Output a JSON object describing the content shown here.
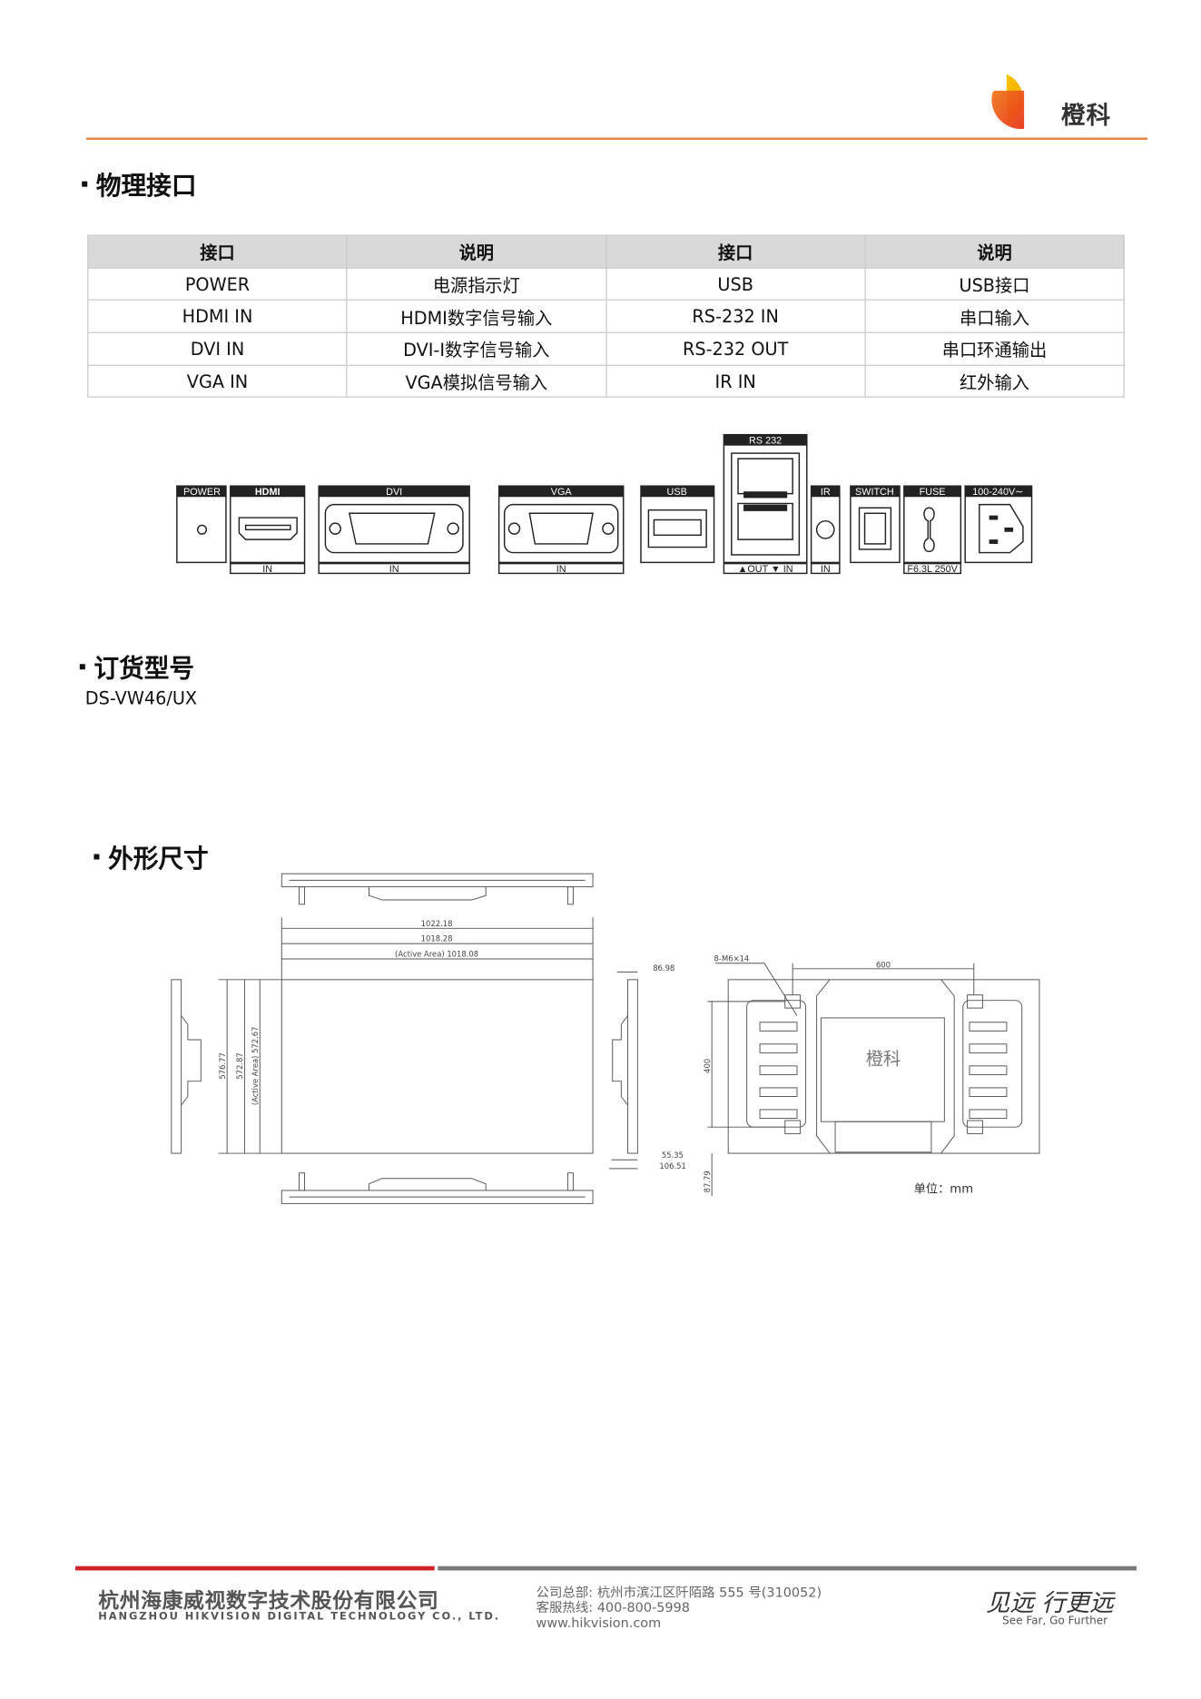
{
  "header": {
    "brand": "橙科",
    "accent_color": "#e8823a"
  },
  "sections": {
    "interfaces_title": "物理接口",
    "order_title": "订货型号",
    "dimensions_title": "外形尺寸"
  },
  "interface_table": {
    "headers": [
      "接口",
      "说明",
      "接口",
      "说明"
    ],
    "rows": [
      [
        "POWER",
        "电源指示灯",
        "USB",
        "USB接口"
      ],
      [
        "HDMI IN",
        "HDMI数字信号输入",
        "RS-232 IN",
        "串口输入"
      ],
      [
        "DVI IN",
        "DVI-I数字信号输入",
        "RS-232 OUT",
        "串口环通输出"
      ],
      [
        "VGA IN",
        "VGA模拟信号输入",
        "IR IN",
        "红外输入"
      ]
    ]
  },
  "port_panel": {
    "power": "POWER",
    "hdmi": "HDMI",
    "dvi": "DVI",
    "vga": "VGA",
    "usb": "USB",
    "rs232": "RS 232",
    "ir": "IR",
    "switch": "SWITCH",
    "fuse": "FUSE",
    "ac": "100-240V∼",
    "in": "IN",
    "out_in": "▲OUT ▼ IN",
    "fuse_rating": "F6.3L 250V"
  },
  "order": {
    "model": "DS-VW46/UX"
  },
  "dimensions": {
    "width_outer": "1022.18",
    "width_panel": "1018.28",
    "width_active": "(Active Area) 1018.08",
    "height_outer": "576.77",
    "height_panel": "572.87",
    "height_active": "(Active Area) 572.67",
    "depth": "86.98",
    "depth_min": "55.35",
    "depth_max": "106.51",
    "mount_screws": "8-M6×14",
    "mount_h": "600",
    "mount_v": "400",
    "mount_offset": "87.79",
    "back_logo": "橙科",
    "unit": "单位：mm"
  },
  "footer": {
    "company_cn": "杭州海康威视数字技术股份有限公司",
    "company_en": "HANGZHOU HIKVISION DIGITAL TECHNOLOGY CO., LTD.",
    "address": "公司总部: 杭州市滨江区阡陌路 555 号(310052)",
    "hotline": "客服热线: 400-800-5998",
    "website": "www.hikvision.com",
    "slogan_cn": "见远 行更远",
    "slogan_en": "See Far, Go Further"
  }
}
